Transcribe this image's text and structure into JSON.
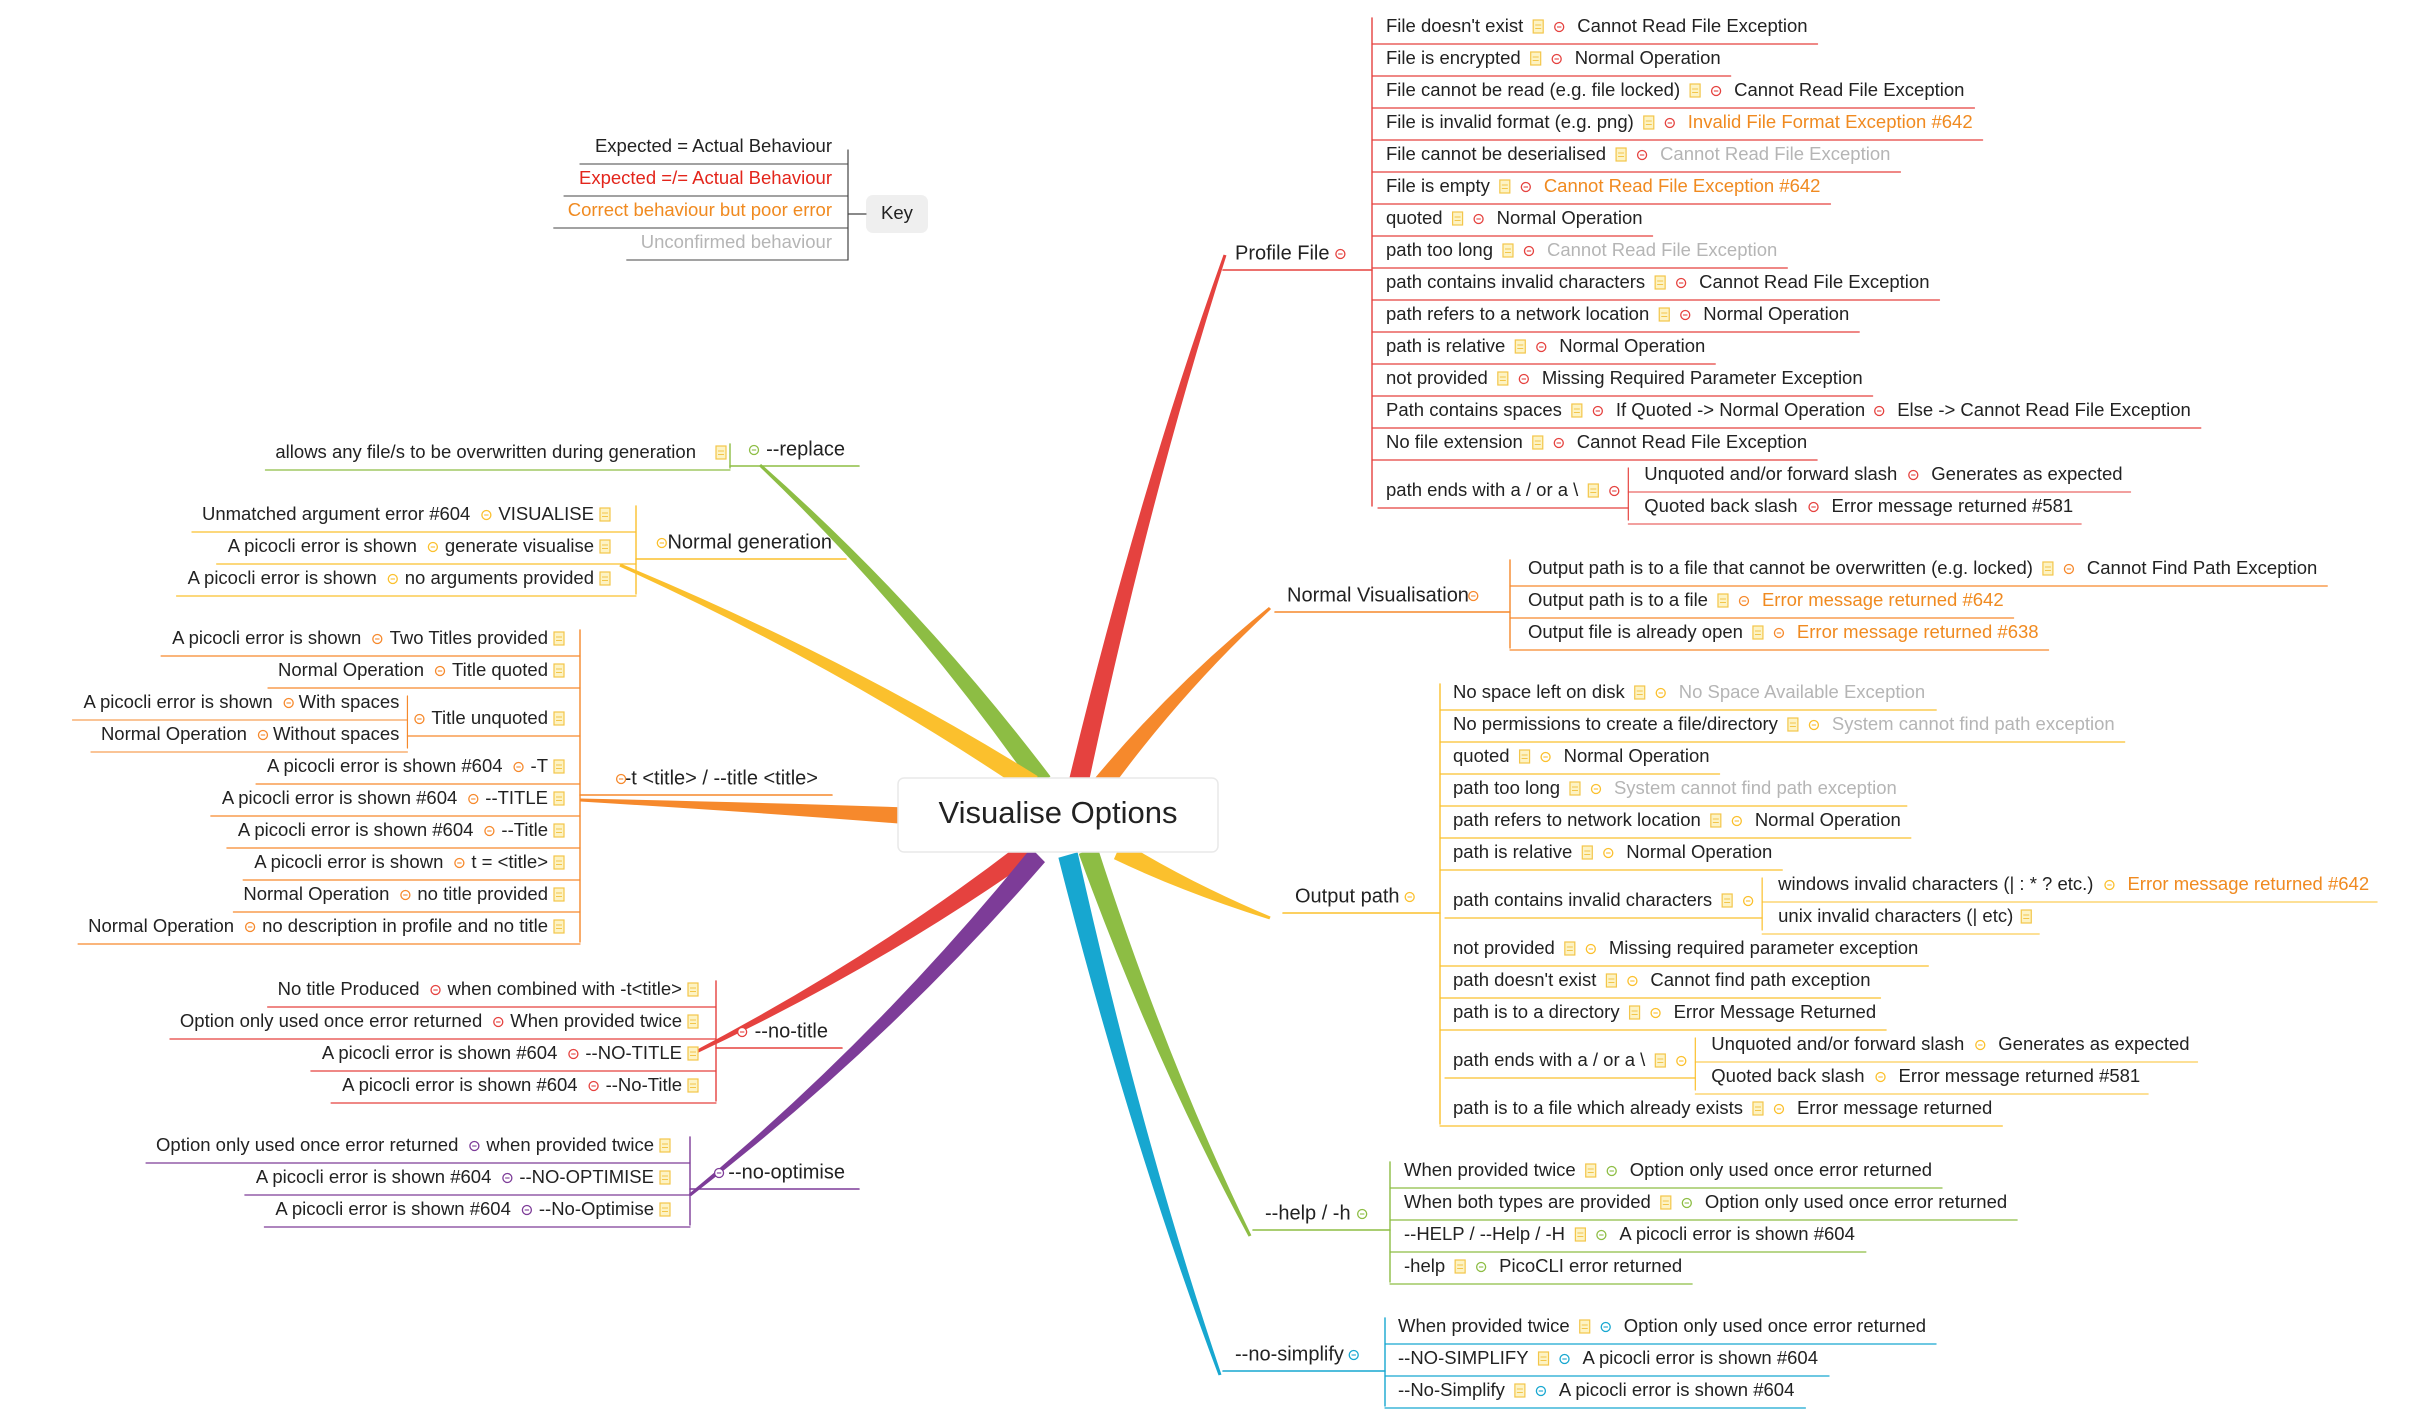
{
  "title": "Visualise Options",
  "colors": {
    "normal": "#222222",
    "expected_diff": "#e3251b",
    "poor_error": "#f08a20",
    "unconfirmed": "#b5b5b5",
    "note_icon": "#f3c64a",
    "red_branch": "#e5423f",
    "orange_branch": "#f6892c",
    "yellow_branch": "#fbc02d",
    "green_branch": "#8dbd44",
    "purple_branch": "#7d3c98",
    "blue_branch": "#17a7d0"
  },
  "key": {
    "label": "Key",
    "items": [
      {
        "text": "Expected = Actual Behaviour",
        "style": "normal"
      },
      {
        "text": "Expected =/= Actual Behaviour",
        "style": "expected_diff"
      },
      {
        "text": "Correct behaviour but poor error",
        "style": "poor_error"
      },
      {
        "text": "Unconfirmed behaviour",
        "style": "unconfirmed"
      }
    ]
  },
  "branches": {
    "profile_file": {
      "label": "Profile File",
      "items": [
        {
          "cond": "File doesn't exist",
          "res": "Cannot Read File Exception",
          "style": "normal"
        },
        {
          "cond": "File is encrypted",
          "res": "Normal Operation",
          "style": "normal"
        },
        {
          "cond": "File cannot be read (e.g. file locked)",
          "res": "Cannot Read File Exception",
          "style": "normal"
        },
        {
          "cond": "File is invalid format (e.g. png)",
          "res": "Invalid File Format Exception #642",
          "style": "poor_error"
        },
        {
          "cond": "File cannot be deserialised",
          "res": "Cannot Read File Exception",
          "style": "unconfirmed"
        },
        {
          "cond": "File is empty",
          "res": "Cannot Read File Exception #642",
          "style": "poor_error"
        },
        {
          "cond": "quoted",
          "res": "Normal Operation",
          "style": "normal"
        },
        {
          "cond": "path too long",
          "res": "Cannot Read File Exception",
          "style": "unconfirmed"
        },
        {
          "cond": "path contains invalid characters",
          "res": "Cannot Read File Exception",
          "style": "normal"
        },
        {
          "cond": "path refers to a network location",
          "res": "Normal Operation",
          "style": "normal"
        },
        {
          "cond": "path is relative",
          "res": "Normal Operation",
          "style": "normal"
        },
        {
          "cond": "not provided",
          "res": "Missing Required Parameter Exception",
          "style": "normal"
        },
        {
          "cond": "Path contains spaces",
          "res": "If Quoted -> Normal Operation",
          "res2": "Else -> Cannot Read File Exception",
          "style": "normal"
        },
        {
          "cond": "No file extension",
          "res": "Cannot Read File Exception",
          "style": "normal"
        },
        {
          "cond": "path ends with a / or a \\",
          "style": "normal",
          "children": [
            {
              "cond": "Unquoted and/or forward slash",
              "res": "Generates as expected",
              "style": "normal"
            },
            {
              "cond": "Quoted back slash",
              "res": "Error message returned #581",
              "style": "normal"
            }
          ]
        }
      ]
    },
    "normal_visualisation": {
      "label": "Normal Visualisation",
      "items": [
        {
          "cond": "Output path is to a file that cannot be overwritten (e.g. locked)",
          "res": "Cannot Find Path Exception",
          "style": "normal"
        },
        {
          "cond": "Output path is to a file",
          "res": "Error message returned #642",
          "style": "poor_error"
        },
        {
          "cond": "Output file is already open",
          "res": "Error message returned #638",
          "style": "poor_error"
        }
      ]
    },
    "output_path": {
      "label": "Output path",
      "items": [
        {
          "cond": "No space left on disk",
          "res": "No Space Available Exception",
          "style": "unconfirmed"
        },
        {
          "cond": "No permissions to create a file/directory",
          "res": "System cannot find path exception",
          "style": "unconfirmed"
        },
        {
          "cond": "quoted",
          "res": "Normal Operation",
          "style": "normal"
        },
        {
          "cond": "path too long",
          "res": "System cannot find path exception",
          "style": "unconfirmed"
        },
        {
          "cond": "path refers to network location",
          "res": "Normal Operation",
          "style": "normal"
        },
        {
          "cond": "path is relative",
          "res": "Normal Operation",
          "style": "normal"
        },
        {
          "cond": "path contains invalid characters",
          "style": "normal",
          "children": [
            {
              "cond": "windows invalid characters (| : * ? etc.)",
              "res": "Error message returned #642",
              "style": "poor_error"
            },
            {
              "cond": "unix invalid characters (| etc)",
              "res": "",
              "style": "normal"
            }
          ]
        },
        {
          "cond": "not provided",
          "res": "Missing required parameter exception",
          "style": "normal"
        },
        {
          "cond": "path doesn't exist",
          "res": "Cannot find path exception",
          "style": "normal"
        },
        {
          "cond": "path is to a directory",
          "res": "Error Message Returned",
          "style": "normal"
        },
        {
          "cond": "path ends with a / or a \\",
          "style": "normal",
          "children": [
            {
              "cond": "Unquoted and/or forward slash",
              "res": "Generates as expected",
              "style": "normal"
            },
            {
              "cond": "Quoted back slash",
              "res": "Error message returned #581",
              "style": "normal"
            }
          ]
        },
        {
          "cond": "path is to a file which already exists",
          "res": "Error message returned",
          "style": "normal"
        }
      ]
    },
    "help": {
      "label": "--help / -h",
      "items": [
        {
          "cond": "When provided twice",
          "res": "Option only used once error returned",
          "style": "normal"
        },
        {
          "cond": "When both types are provided",
          "res": "Option only used once error returned",
          "style": "normal"
        },
        {
          "cond": "--HELP / --Help / -H",
          "res": "A picocli error is shown #604",
          "style": "normal"
        },
        {
          "cond": "-help",
          "res": "PicoCLI error returned",
          "style": "normal"
        }
      ]
    },
    "no_simplify": {
      "label": "--no-simplify",
      "items": [
        {
          "cond": "When provided twice",
          "res": "Option only used once error returned",
          "style": "normal"
        },
        {
          "cond": "--NO-SIMPLIFY",
          "res": "A picocli error is shown #604",
          "style": "normal"
        },
        {
          "cond": "--No-Simplify",
          "res": "A picocli error is shown #604",
          "style": "normal"
        }
      ]
    },
    "replace": {
      "label": "--replace",
      "items": [
        {
          "cond": "",
          "res": "allows any file/s to be overwritten during generation",
          "style": "normal"
        }
      ]
    },
    "normal_generation": {
      "label": "Normal generation",
      "items": [
        {
          "cond": "VISUALISE",
          "res": "Unmatched argument error #604",
          "style": "normal"
        },
        {
          "cond": "generate visualise",
          "res": "A picocli error is shown",
          "style": "normal"
        },
        {
          "cond": "no arguments provided",
          "res": "A picocli error is shown",
          "style": "normal"
        }
      ]
    },
    "title_opt": {
      "label": "-t <title> / --title <title>",
      "items": [
        {
          "cond": "Two Titles provided",
          "res": "A picocli error is shown",
          "style": "normal"
        },
        {
          "cond": "Title quoted",
          "res": "Normal Operation",
          "style": "normal"
        },
        {
          "cond": "Title unquoted",
          "style": "normal",
          "children": [
            {
              "cond": "With spaces",
              "res": "A picocli error is shown",
              "style": "normal"
            },
            {
              "cond": "Without spaces",
              "res": "Normal Operation",
              "style": "normal"
            }
          ]
        },
        {
          "cond": "-T",
          "res": "A picocli error is shown #604",
          "style": "normal"
        },
        {
          "cond": "--TITLE",
          "res": "A picocli error is shown #604",
          "style": "normal"
        },
        {
          "cond": "--Title",
          "res": "A picocli error is shown #604",
          "style": "normal"
        },
        {
          "cond": "t = <title>",
          "res": "A picocli error is shown",
          "style": "normal"
        },
        {
          "cond": "no title provided",
          "res": "Normal Operation",
          "style": "normal"
        },
        {
          "cond": "no description in profile and no title",
          "res": "Normal Operation",
          "style": "normal"
        }
      ]
    },
    "no_title": {
      "label": "--no-title",
      "items": [
        {
          "cond": "when combined with -t<title>",
          "res": "No title Produced",
          "style": "normal"
        },
        {
          "cond": "When provided twice",
          "res": "Option only used once error returned",
          "style": "normal"
        },
        {
          "cond": "--NO-TITLE",
          "res": "A picocli error is shown #604",
          "style": "normal"
        },
        {
          "cond": "--No-Title",
          "res": "A picocli error is shown #604",
          "style": "normal"
        }
      ]
    },
    "no_optimise": {
      "label": "--no-optimise",
      "items": [
        {
          "cond": "when provided twice",
          "res": "Option only used once error returned",
          "style": "normal"
        },
        {
          "cond": "--NO-OPTIMISE",
          "res": "A picocli error is shown #604",
          "style": "normal"
        },
        {
          "cond": "--No-Optimise",
          "res": "A picocli error is shown #604",
          "style": "normal"
        }
      ]
    }
  }
}
